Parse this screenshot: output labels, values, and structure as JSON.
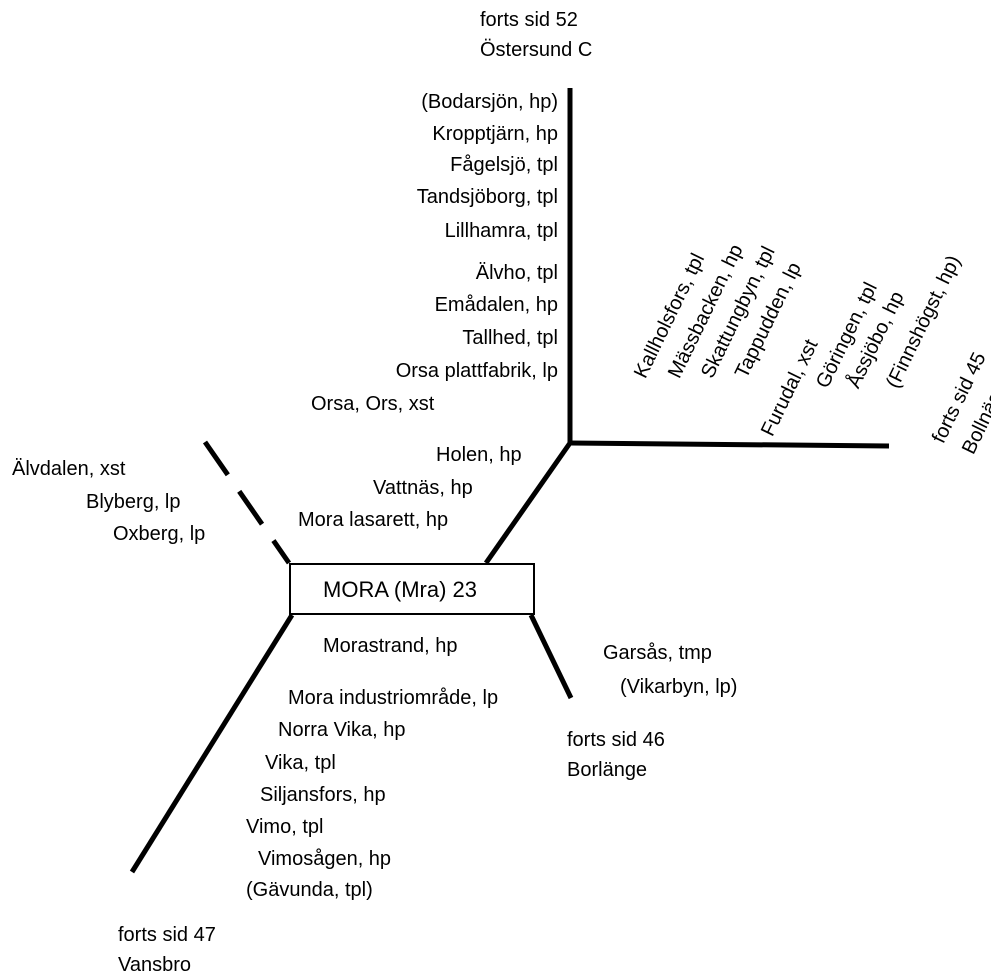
{
  "diagram": {
    "center_station": "MORA (Mra) 23",
    "north": {
      "continuation": "forts sid 52",
      "destination": "Östersund C",
      "stations": [
        "(Bodarsjön, hp)",
        "Kropptjärn, hp",
        "Fågelsjö, tpl",
        "Tandsjöborg, tpl",
        "Lillhamra, tpl",
        "Älvho, tpl",
        "Emådalen, hp",
        "Tallhed, tpl",
        "Orsa plattfabrik, lp",
        "Orsa, Ors, xst",
        "Holen, hp",
        "Vattnäs, hp",
        "Mora lasarett, hp"
      ]
    },
    "east": {
      "continuation": "forts sid 45",
      "destination": "Bollnäs",
      "stations": [
        "Kallholsfors, tpl",
        "Mässbacken, hp",
        "Skattungbyn, tpl",
        "Tappudden, lp",
        "Furudal, xst",
        "Göringen, tpl",
        "Åssjöbo, hp",
        "(Finnshögst, hp)"
      ]
    },
    "northwest": {
      "stations": [
        "Älvdalen, xst",
        "Blyberg, lp",
        "Oxberg, lp"
      ]
    },
    "southeast": {
      "continuation": "forts sid 46",
      "destination": "Borlänge",
      "stations": [
        "Garsås, tmp",
        "(Vikarbyn, lp)"
      ]
    },
    "south": {
      "continuation": "forts sid 47",
      "destination": "Vansbro",
      "stations": [
        "Morastrand, hp",
        "Mora industriområde, lp",
        "Norra Vika, hp",
        "Vika, tpl",
        "Siljansfors, hp",
        "Vimo, tpl",
        "Vimosågen, hp",
        "(Gävunda, tpl)"
      ]
    }
  }
}
